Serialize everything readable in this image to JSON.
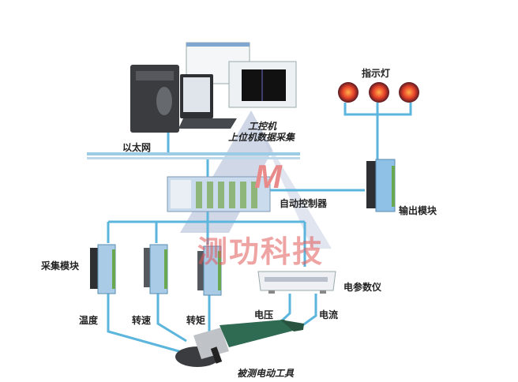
{
  "labels": {
    "ipc": "工控机",
    "upper_daq": "上位机数据采集",
    "ethernet": "以太网",
    "controller": "自动控制器",
    "output_module": "输出模块",
    "indicator_lights": "指示灯",
    "acq_module": "采集模块",
    "power_meter": "电参数仪",
    "temperature": "温度",
    "speed": "转速",
    "torque": "转矩",
    "voltage": "电压",
    "current": "电流",
    "tool": "被测电动工具"
  },
  "watermark": {
    "text": "测功科技",
    "logo_letter": "M"
  },
  "colors": {
    "line": "#5bb5dc",
    "module": "#a9cbe6",
    "lamp": "#e8432a",
    "watermark_red": "#e15a5a"
  }
}
